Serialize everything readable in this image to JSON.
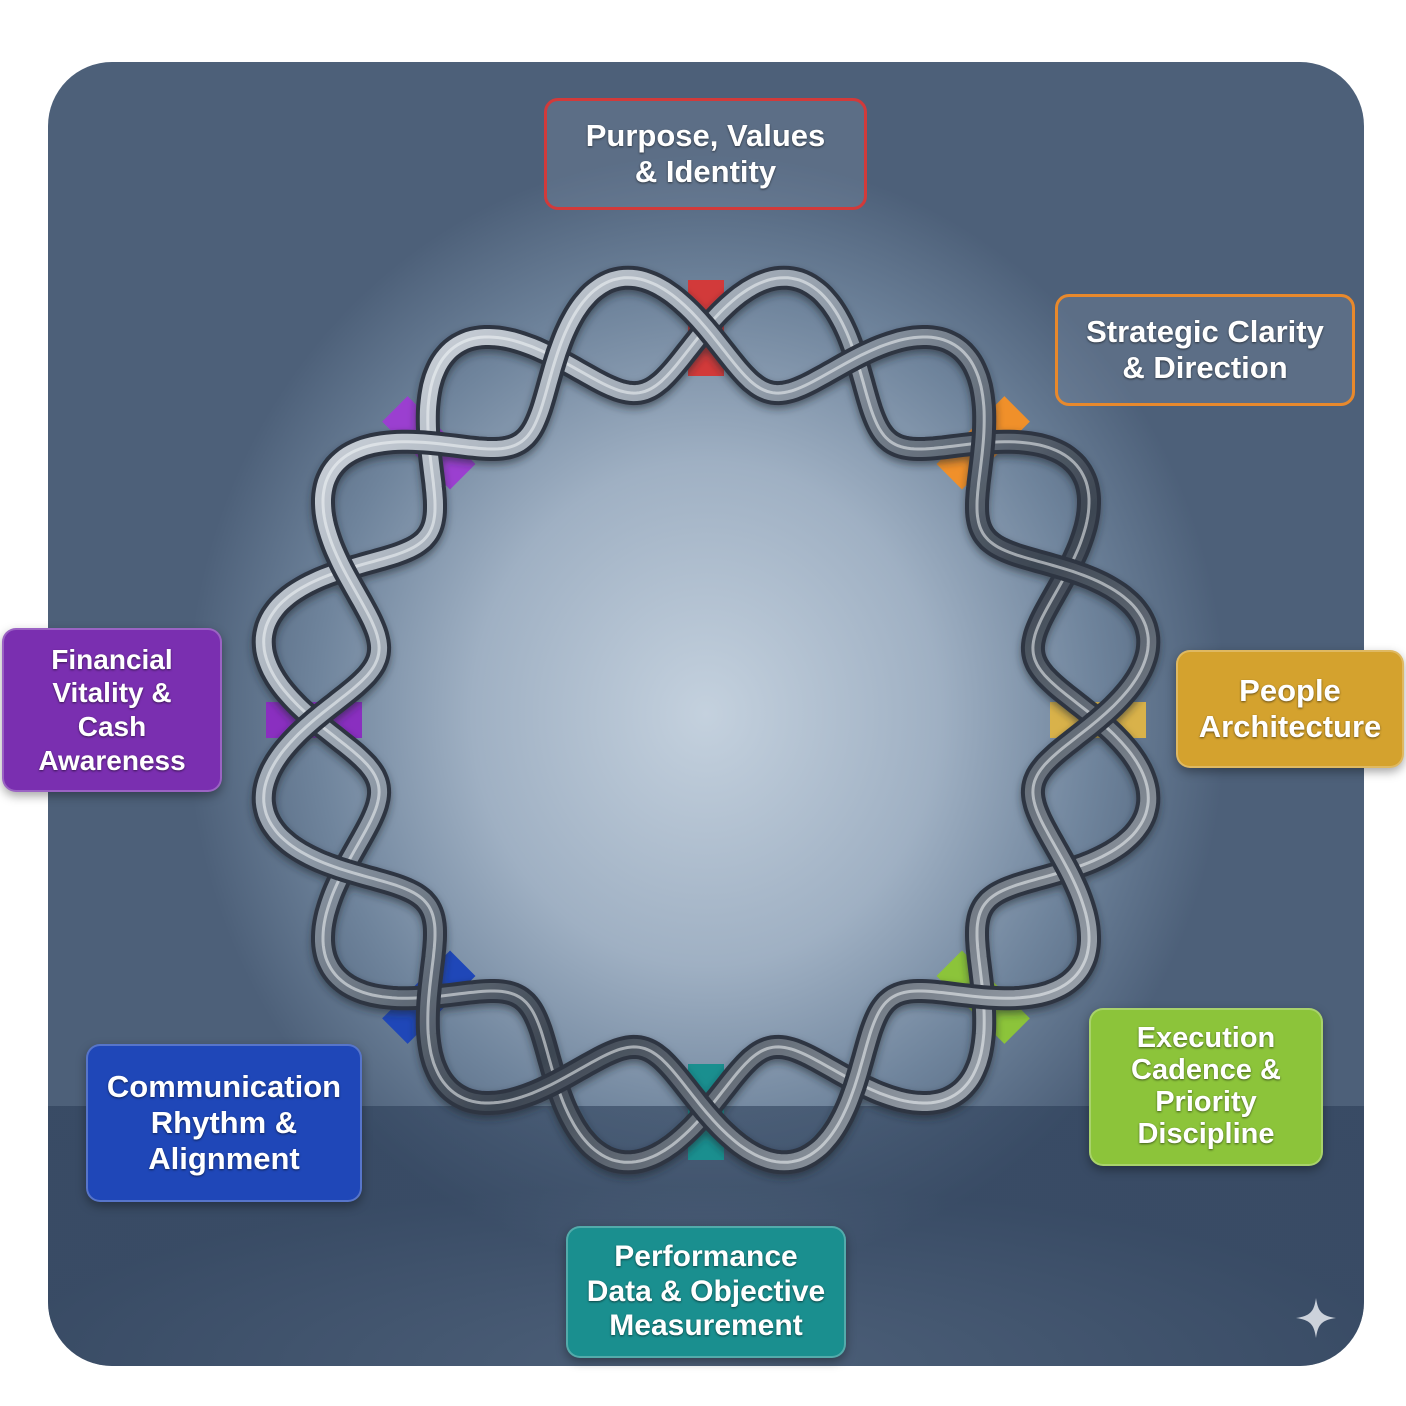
{
  "diagram": {
    "nodes": [
      {
        "id": "purpose",
        "label": "Purpose, Values\n& Identity",
        "color": "#d23a3a",
        "style": "outline"
      },
      {
        "id": "strategy",
        "label": "Strategic Clarity\n& Direction",
        "color": "#e8892c",
        "style": "outline"
      },
      {
        "id": "people",
        "label": "People\nArchitecture",
        "color": "#d4a22e",
        "style": "filled"
      },
      {
        "id": "execution",
        "label": "Execution\nCadence &\nPriority\nDiscipline",
        "color": "#8cc43a",
        "style": "filled"
      },
      {
        "id": "performance",
        "label": "Performance\nData & Objective\nMeasurement",
        "color": "#1a8f8f",
        "style": "filled"
      },
      {
        "id": "communication",
        "label": "Communication\nRhythm &\nAlignment",
        "color": "#1f47b8",
        "style": "filled"
      },
      {
        "id": "financial",
        "label": "Financial\nVitality &\nCash\nAwareness",
        "color": "#7a2fb0",
        "style": "filled"
      }
    ],
    "rungs": [
      {
        "node": "purpose",
        "color": "#d23a3a"
      },
      {
        "node": "strategy",
        "color": "#f0902a"
      },
      {
        "node": "people",
        "color": "#d9b24a"
      },
      {
        "node": "execution",
        "color": "#8cc43a"
      },
      {
        "node": "performance",
        "color": "#1a8f8f"
      },
      {
        "node": "communication",
        "color": "#1f47b8"
      },
      {
        "node": "financial",
        "color": "#8a2fc0"
      },
      {
        "node": "purple-upper",
        "color": "#9b3fd0"
      }
    ]
  },
  "icons": {
    "sparkle": "sparkle-icon"
  }
}
